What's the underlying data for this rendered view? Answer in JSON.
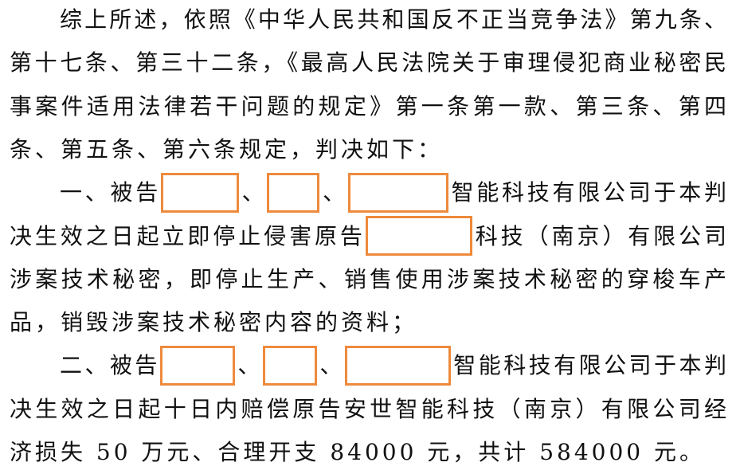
{
  "accent_color": "#ee8a3c",
  "lines": [
    {
      "indent": true,
      "segments": [
        {
          "text": "综上所述，依照《中华人民共和国反不正当竞争法》第九条、"
        }
      ]
    },
    {
      "segments": [
        {
          "text": "第十七条、第三十二条，《最高人民法院关于审理侵犯商业秘密民"
        }
      ]
    },
    {
      "segments": [
        {
          "text": "事案件适用法律若干问题的规定》第一条第一款、第三条、第四"
        }
      ]
    },
    {
      "last": true,
      "segments": [
        {
          "text": "条、第五条、第六条规定，判决如下："
        }
      ]
    },
    {
      "indent": true,
      "segments": [
        {
          "text": "一、被告"
        },
        {
          "box": 98
        },
        {
          "text": "、"
        },
        {
          "box": 66
        },
        {
          "text": "、"
        },
        {
          "box": 126
        },
        {
          "text": "智能科技有限公司于本判"
        }
      ]
    },
    {
      "segments": [
        {
          "text": "决生效之日起立即停止侵害原告"
        },
        {
          "box": 134
        },
        {
          "text": "科技（南京）有限公司"
        }
      ]
    },
    {
      "segments": [
        {
          "text": "涉案技术秘密，即停止生产、销售使用涉案技术秘密的穿梭车产"
        }
      ]
    },
    {
      "last": true,
      "segments": [
        {
          "text": "品，销毁涉案技术秘密内容的资料；"
        }
      ]
    },
    {
      "indent": true,
      "segments": [
        {
          "text": "二、被告"
        },
        {
          "box": 94
        },
        {
          "text": "、"
        },
        {
          "box": 68
        },
        {
          "text": "、"
        },
        {
          "box": 133
        },
        {
          "text": "智能科技有限公司于本判"
        }
      ]
    },
    {
      "segments": [
        {
          "text": "决生效之日起十日内赔偿原告安世智能科技（南京）有限公司经"
        }
      ]
    },
    {
      "last": true,
      "segments": [
        {
          "text": "济损失 50 万元、合理开支 84000 元，共计 584000 元。"
        }
      ]
    }
  ]
}
